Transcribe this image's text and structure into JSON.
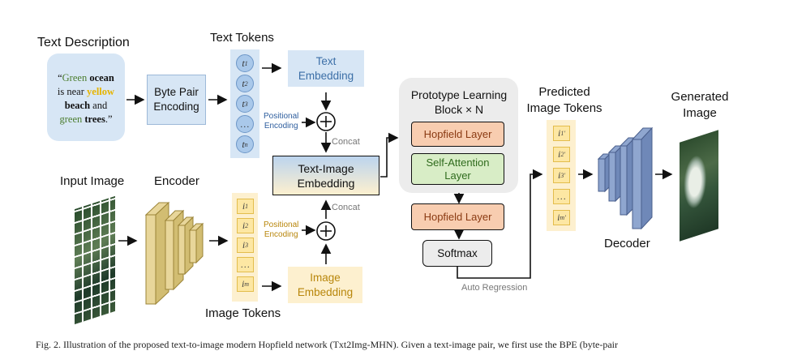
{
  "labels": {
    "text_description": "Text Description",
    "text_tokens": "Text Tokens",
    "input_image": "Input Image",
    "encoder": "Encoder",
    "image_tokens": "Image Tokens",
    "prototype_block_line1": "Prototype Learning",
    "prototype_block_line2": "Block × N",
    "predicted_line1": "Predicted",
    "predicted_line2": "Image Tokens",
    "generated_line1": "Generated",
    "generated_line2": "Image",
    "decoder": "Decoder",
    "concat_top": "Concat",
    "concat_bottom": "Concat",
    "auto_regression": "Auto Regression",
    "caption": "Fig. 2. Illustration of the proposed text-to-image modern Hopfield network (Txt2Img-MHN). Given a text-image pair, we first use the BPE (byte-pair"
  },
  "quote": {
    "open": "“",
    "w1": "Green",
    "w2": "ocean",
    "w3": "is near",
    "w4": "yellow",
    "w5": "beach",
    "w6": "and",
    "w7": "green",
    "w8": "trees",
    "close": ".”"
  },
  "boxes": {
    "bpe_line1": "Byte Pair",
    "bpe_line2": "Encoding",
    "text_emb_line1": "Text",
    "text_emb_line2": "Embedding",
    "ti_emb_line1": "Text-Image",
    "ti_emb_line2": "Embedding",
    "img_emb_line1": "Image",
    "img_emb_line2": "Embedding",
    "hopfield1": "Hopfield Layer",
    "self_att_line1": "Self-Attention",
    "self_att_line2": "Layer",
    "hopfield2": "Hopfield Layer",
    "softmax": "Softmax",
    "posenc_top_line1": "Positional",
    "posenc_top_line2": "Encoding",
    "posenc_bot_line1": "Positional",
    "posenc_bot_line2": "Encoding"
  },
  "text_tokens": [
    {
      "base": "t",
      "sub": "1"
    },
    {
      "base": "t",
      "sub": "2"
    },
    {
      "base": "t",
      "sub": "3"
    },
    {
      "base": "…",
      "sub": ""
    },
    {
      "base": "t",
      "sub": "n"
    }
  ],
  "image_tokens": [
    {
      "base": "i",
      "sub": "1"
    },
    {
      "base": "i",
      "sub": "2"
    },
    {
      "base": "i",
      "sub": "3"
    },
    {
      "base": "…",
      "sub": ""
    },
    {
      "base": "i",
      "sub": "m"
    }
  ],
  "predicted_tokens": [
    {
      "base": "i",
      "sub": "1",
      "sup": "'"
    },
    {
      "base": "i",
      "sub": "2",
      "sup": "'"
    },
    {
      "base": "i",
      "sub": "3",
      "sup": "'"
    },
    {
      "base": "…",
      "sub": "",
      "sup": ""
    },
    {
      "base": "i",
      "sub": "m",
      "sup": "'"
    }
  ],
  "colors": {
    "blue_fill": "#d7e6f5",
    "token_blue": "#a9c8ea",
    "yellow_fill": "#fde7a3",
    "salmon": "#f8cdb0",
    "green": "#d8edc6",
    "decoder": "#8fa6cf",
    "encoder": "#e8d69a"
  }
}
